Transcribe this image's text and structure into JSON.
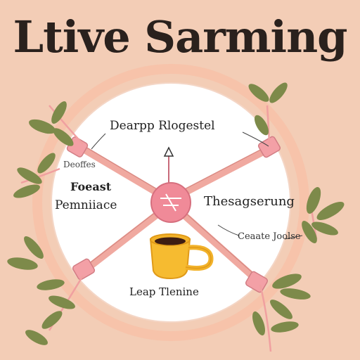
{
  "title": "Ltive Sarming",
  "labels": {
    "top": "Dearpp Rlogestel",
    "left_small": "Deoffes",
    "left_a": "Foeast",
    "left_b": "Pemniiace",
    "right": "Thesagserung",
    "right_small": "Ceaate Joolse",
    "bottom": "Leap Tlenine"
  },
  "colors": {
    "background": "#f3cdb6",
    "ring": "#f7c2a8",
    "circle_fill": "#ffffff",
    "spoke": "#f2a8a0",
    "leaf": "#7d8a4a",
    "mug": "#f5b82e"
  }
}
